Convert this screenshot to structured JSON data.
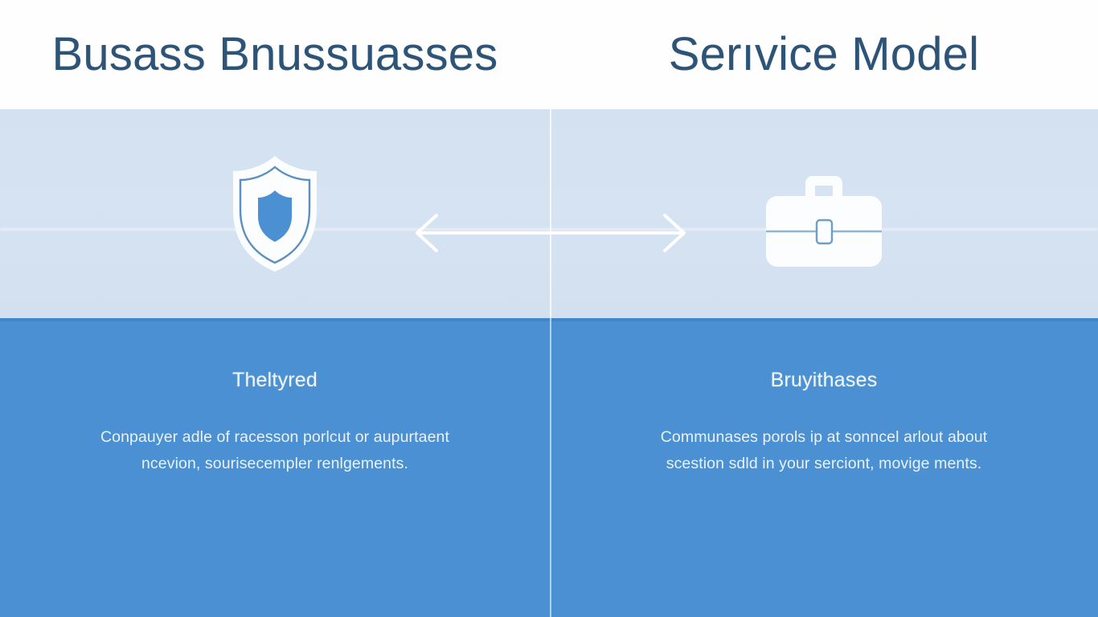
{
  "panels": {
    "left": {
      "title": "Busass Bnussuasses",
      "icon_name": "shield-icon",
      "subtitle": "Theltyred",
      "body": "Conpauyer adle of racesson porlcut or aupurtaent ncevion, sourisecempler renlgements."
    },
    "right": {
      "title": "Serıvice Model",
      "icon_name": "briefcase-icon",
      "subtitle": "Bruyithases",
      "body": "Communases porols ip at sonncel arlout about scestion sdld in your serciont, movige ments."
    }
  },
  "connector": {
    "icon_name": "double-arrow-icon"
  },
  "colors": {
    "header_background": "#fefeff",
    "icon_band_background": "#d4e2f2",
    "content_band_background": "#4a90d2",
    "title_text": "#2d5476",
    "subtitle_text": "#f2f7fc",
    "body_text": "#eaf2fa",
    "icon_white": "#fbfdff",
    "icon_accent": "#4a90d2",
    "icon_outline": "#6e9dc6"
  }
}
